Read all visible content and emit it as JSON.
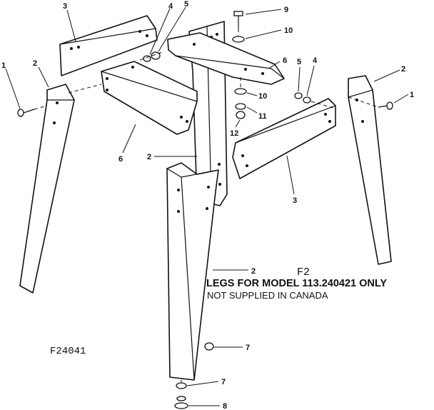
{
  "figure": {
    "code": "F2",
    "title": "LEGS FOR MODEL 113.240421 ONLY",
    "subtitle": "NOT SUPPLIED IN CANADA",
    "id": "F24041"
  },
  "callouts": [
    "1",
    "2",
    "3",
    "4",
    "5",
    "6",
    "2",
    "6",
    "9",
    "10",
    "10",
    "11",
    "12",
    "5",
    "4",
    "2",
    "1",
    "3",
    "2",
    "7",
    "7",
    "8"
  ],
  "parts": [
    "leg-left",
    "leg-front",
    "leg-right",
    "leg-back",
    "side-rail-left",
    "side-rail-right",
    "end-rail-front",
    "end-rail-back",
    "screws",
    "washers",
    "nuts",
    "leveling-foot"
  ]
}
